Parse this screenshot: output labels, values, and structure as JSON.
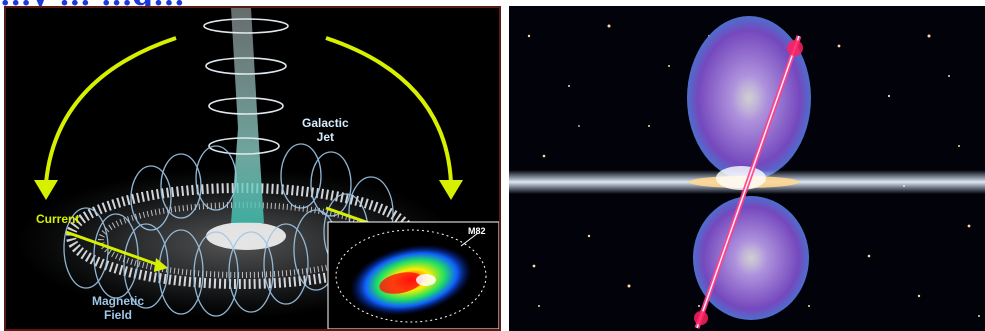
{
  "header": {
    "title": "...y ... ...g..."
  },
  "left_panel": {
    "labels": {
      "galactic_jet_line1": "Galactic",
      "galactic_jet_line2": "Jet",
      "current": "Current",
      "magnetic_line1": "Magnetic",
      "magnetic_line2": "Field",
      "inset": "M82"
    },
    "colors": {
      "label": "#d6ecff",
      "arrow": "#d7f000",
      "field_lines": "#9fc6e6",
      "jet": "#7fd8c8",
      "border": "#5a1a14"
    }
  },
  "right_panel": {
    "colors": {
      "bubble": "#8a4fd0",
      "bubble_edge": "#3fa0ff",
      "jet": "#ff3f8a",
      "disk": "#cfe4ff"
    }
  }
}
